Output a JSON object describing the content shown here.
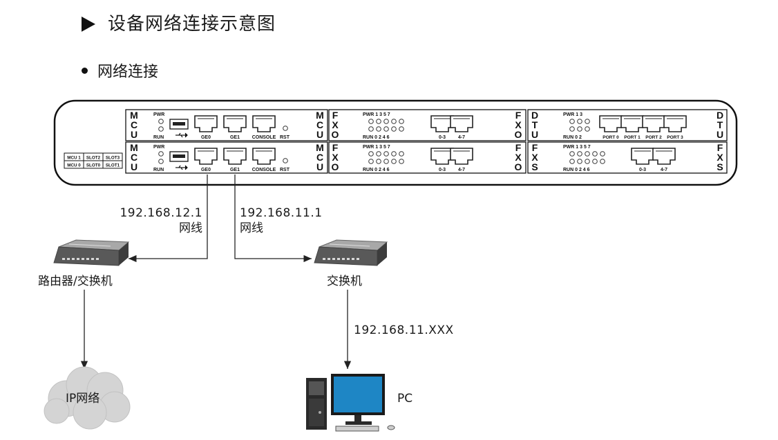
{
  "heading": {
    "title": "设备网络连接示意图",
    "subtitle": "网络连接"
  },
  "chassis": {
    "slot_table": {
      "row1": [
        "MCU 1",
        "SLOT2",
        "SLOT3"
      ],
      "row2": [
        "MCU 0",
        "SLOT0",
        "SLOT1"
      ]
    },
    "mcu": {
      "label_letters": [
        "M",
        "C",
        "U"
      ],
      "pwr": "PWR",
      "run": "RUN",
      "ports": [
        "GE0",
        "GE1",
        "CONSOLE"
      ],
      "rst": "RST"
    },
    "fxo": {
      "label_letters": [
        "F",
        "X",
        "O"
      ],
      "led_top": "PWR 1  3  5  7",
      "led_bottom": "RUN 0  2  4  6",
      "ports": [
        "0-3",
        "4-7"
      ]
    },
    "dtu": {
      "label_letters": [
        "D",
        "T",
        "U"
      ],
      "led_top": "PWR 1  3",
      "led_bottom": "RUN  0  2",
      "ports": [
        "PORT 0",
        "PORT 1",
        "PORT 2",
        "PORT 3"
      ]
    },
    "fxs": {
      "label_letters": [
        "F",
        "X",
        "S"
      ],
      "led_top": "PWR 1  3  5  7",
      "led_bottom": "RUN 0  2  4  6",
      "ports": [
        "0-3",
        "4-7"
      ]
    }
  },
  "links": {
    "left": {
      "ip": "192.168.12.1",
      "cable": "网线"
    },
    "right": {
      "ip": "192.168.11.1",
      "cable": "网线"
    },
    "pc": {
      "ip": "192.168.11.XXX"
    }
  },
  "nodes": {
    "router": "路由器/交换机",
    "switch": "交换机",
    "cloud": "IP网络",
    "pc": "PC"
  }
}
